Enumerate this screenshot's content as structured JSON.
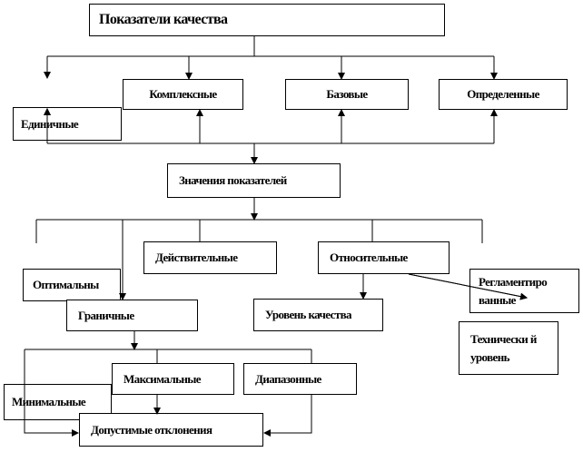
{
  "title": "Показатели качества",
  "types": {
    "complex": "Комплексные",
    "base": "Базовые",
    "defined": "Определенные",
    "single": "Единичные"
  },
  "values_title": "Значения показателей",
  "values": {
    "optimal": "Оптимальны",
    "limit": "Граничные",
    "actual": "Действительные",
    "relative": "Относительные",
    "regulated": "Регламентиро ванные",
    "quality_level": "Уровень качества",
    "technical_level": "Технически й уровень"
  },
  "limits": {
    "maximum": "Максимальные",
    "range": "Диапазонные",
    "minimum": "Минимальные",
    "tolerance": "Допустимые отклонения"
  }
}
